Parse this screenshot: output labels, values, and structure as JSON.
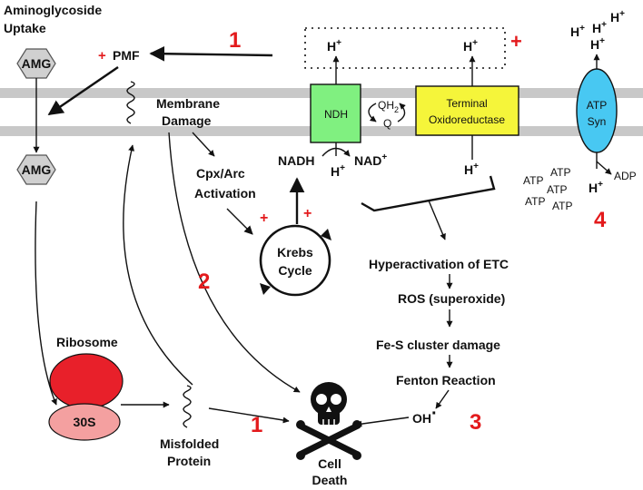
{
  "colors": {
    "membrane": "#c8c8c8",
    "ndh_fill": "#80f080",
    "oxidase_fill": "#f5f53a",
    "atp_syn_fill": "#48c8f2",
    "amg_fill": "#d0d0d0",
    "ribosome_large": "#e8202a",
    "ribosome_small": "#f4a0a0",
    "step_number": "#e31a1c"
  },
  "icons": {
    "death": "skull-and-crossbones-icon",
    "protein": "squiggle-protein-icon"
  },
  "labels": {
    "uptake_line1": "Aminoglycoside",
    "uptake_line2": "Uptake",
    "amg": "AMG",
    "pmf": "PMF",
    "plus": "+",
    "membrane_line1": "Membrane",
    "membrane_line2": "Damage",
    "cpx_line1": "Cpx/Arc",
    "cpx_line2": "Activation",
    "krebs_line1": "Krebs",
    "krebs_line2": "Cycle",
    "ndh": "NDH",
    "qh": "QH",
    "qh_sub": "2",
    "q": "Q",
    "terminal_line1": "Terminal",
    "terminal_line2": "Oxidoreductase",
    "h": "H",
    "hplus_sup": "+",
    "nadh": "NADH",
    "nad": "NAD",
    "atp_syn_line1": "ATP",
    "atp_syn_line2": "Syn",
    "atp": "ATP",
    "adp": "ADP",
    "ribosome": "Ribosome",
    "thirty_s": "30S",
    "misfolded_line1": "Misfolded",
    "misfolded_line2": "Protein",
    "cell_death_line1": "Cell",
    "cell_death_line2": "Death",
    "hyperactivation": "Hyperactivation of ETC",
    "ros": "ROS (superoxide)",
    "fes": "Fe-S cluster damage",
    "fenton": "Fenton Reaction",
    "oh": "OH",
    "oh_dot": "·"
  },
  "step_numbers": {
    "one": "1",
    "two": "2",
    "three": "3",
    "four": "4"
  }
}
